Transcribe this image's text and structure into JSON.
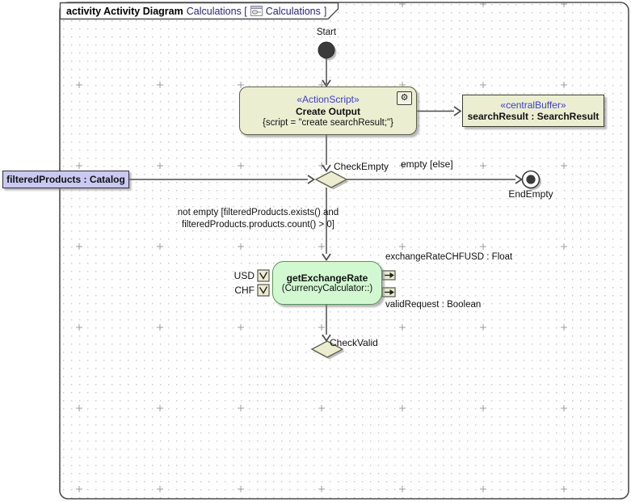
{
  "frame_header": {
    "bold_label": "activity Activity Diagram",
    "context_label": "Calculations [",
    "diagram_ref": "Calculations",
    "closing_bracket": "]",
    "icon": "activity-diagram-icon"
  },
  "nodes": {
    "start": {
      "label": "Start"
    },
    "create_output": {
      "stereotype": "«ActionScript»",
      "name": "Create Output",
      "script": "{script = \"create searchResult;\"}",
      "icon": "gear-icon"
    },
    "central_buffer": {
      "stereotype": "«centralBuffer»",
      "name": "searchResult : SearchResult"
    },
    "object_node": {
      "name": "filteredProducts : Catalog"
    },
    "check_empty": {
      "label": "CheckEmpty"
    },
    "end_empty": {
      "label": "EndEmpty"
    },
    "get_exchange_rate": {
      "name": "getExchangeRate",
      "qualifier": "(CurrencyCalculator::)"
    },
    "check_valid": {
      "label": "CheckValid"
    },
    "pins": {
      "usd": "USD",
      "chf": "CHF",
      "exchange_rate_out": "exchangeRateCHFUSD : Float",
      "valid_request_out": "validRequest : Boolean"
    }
  },
  "edges": {
    "empty_guard": "empty [else]",
    "not_empty_guard_line1": "not empty [filteredProducts.exists() and",
    "not_empty_guard_line2": "filteredProducts.products.count() > 0]"
  },
  "colors": {
    "action_fill": "#eceed2",
    "action_border": "#5f5f4b",
    "green_fill": "#d2f8d2",
    "green_border": "#579357",
    "object_fill": "#c9c9f2",
    "stereotype_text": "#3d3dcc",
    "header_name_text": "#26266e",
    "edge_stroke": "#4b4b4b",
    "grid_dot": "#c6c6c6"
  }
}
